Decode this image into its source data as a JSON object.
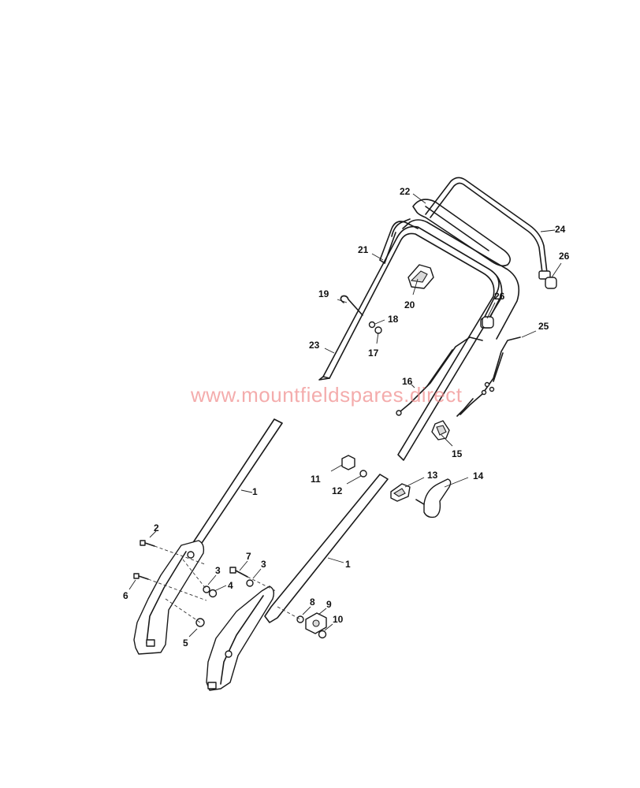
{
  "watermark": "www.mountfieldspares.direct",
  "colors": {
    "line": "#1a1a1a",
    "watermark": "#f08a8a",
    "background": "#ffffff"
  },
  "callouts": {
    "c1a": "1",
    "c1b": "1",
    "c2": "2",
    "c3a": "3",
    "c3b": "3",
    "c4": "4",
    "c5": "5",
    "c6": "6",
    "c7": "7",
    "c8": "8",
    "c9": "9",
    "c10": "10",
    "c11": "11",
    "c12": "12",
    "c13": "13",
    "c14": "14",
    "c15": "15",
    "c16": "16",
    "c17": "17",
    "c18": "18",
    "c19": "19",
    "c20": "20",
    "c21": "21",
    "c22": "22",
    "c23": "23",
    "c24": "24",
    "c25": "25",
    "c26a": "26",
    "c26b": "26"
  }
}
